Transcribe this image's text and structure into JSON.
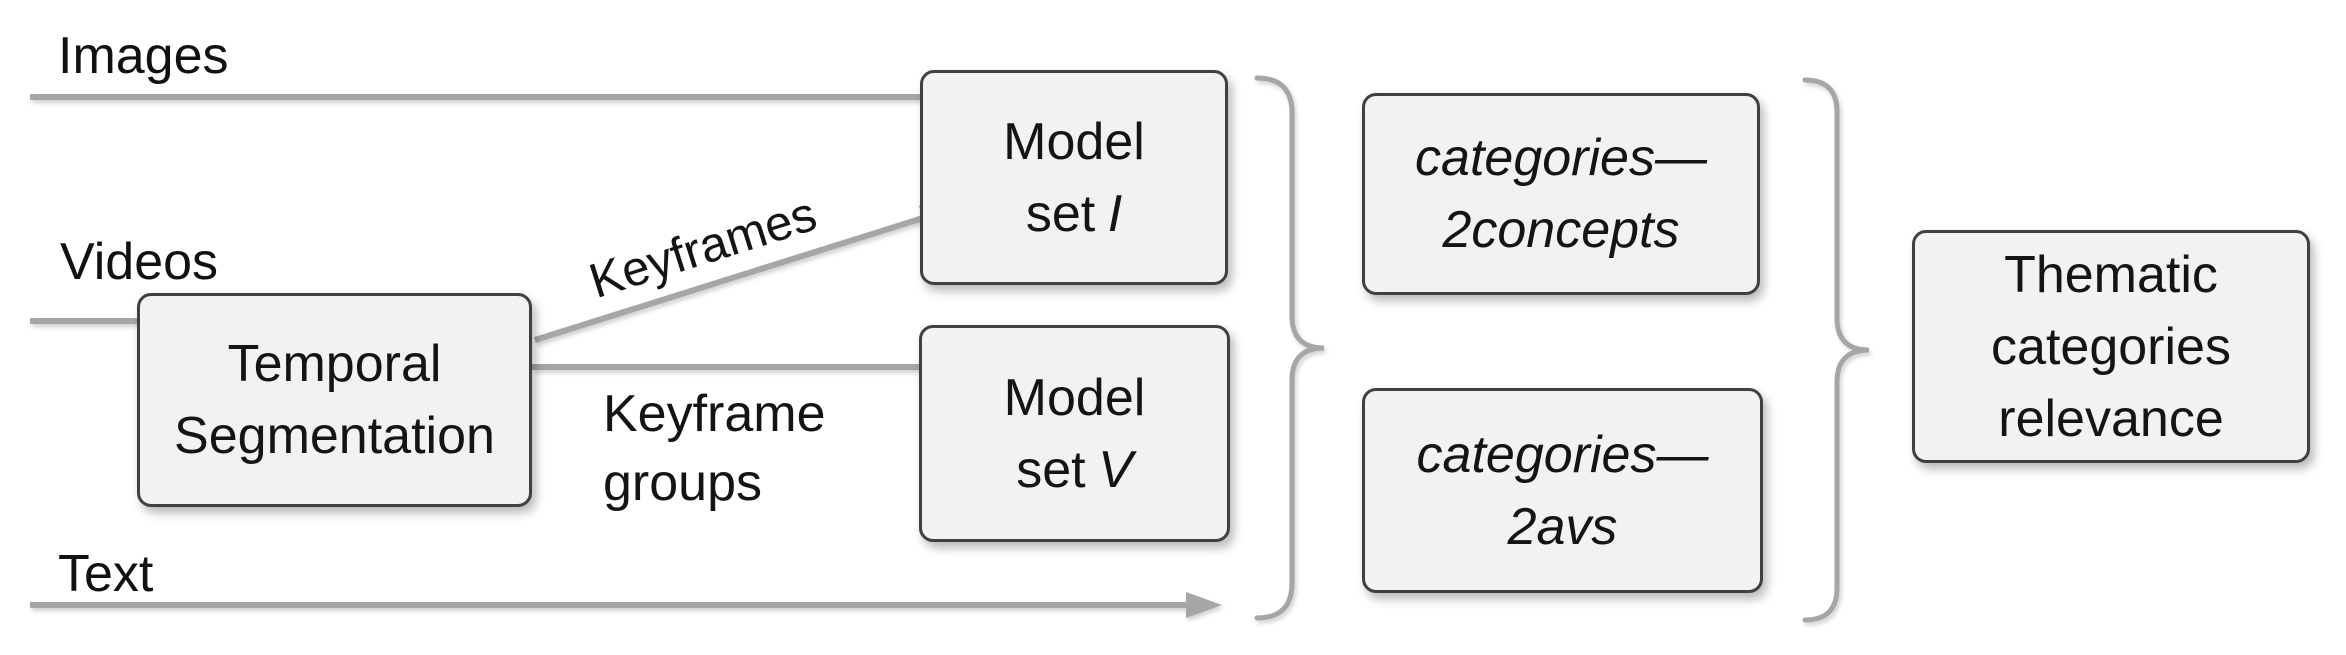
{
  "diagram": {
    "background": "#ffffff",
    "colors": {
      "arrow": "#a6a6a6",
      "brace": "#a6a6a6",
      "node_border": "#404040",
      "node_fill": "#f2f2f2",
      "text": "#141414"
    },
    "inputs": {
      "images": "Images",
      "videos": "Videos",
      "text": "Text"
    },
    "edge_labels": {
      "keyframes": "Keyframes",
      "keyframe_groups": [
        "Keyframe",
        "groups"
      ]
    },
    "nodes": {
      "temporal": {
        "lines": [
          "Temporal",
          "Segmentation"
        ]
      },
      "model_i": {
        "line1": "Model",
        "line2_prefix": "set",
        "line2_var": "I"
      },
      "model_v": {
        "line1": "Model",
        "line2_prefix": "set",
        "line2_var": "V"
      },
      "categories2concepts": {
        "lines": [
          "categories—",
          "2concepts"
        ]
      },
      "categories2avs": {
        "lines": [
          "categories—",
          "2avs"
        ]
      },
      "thematic": {
        "lines": [
          "Thematic",
          "categories",
          "relevance"
        ]
      }
    }
  }
}
